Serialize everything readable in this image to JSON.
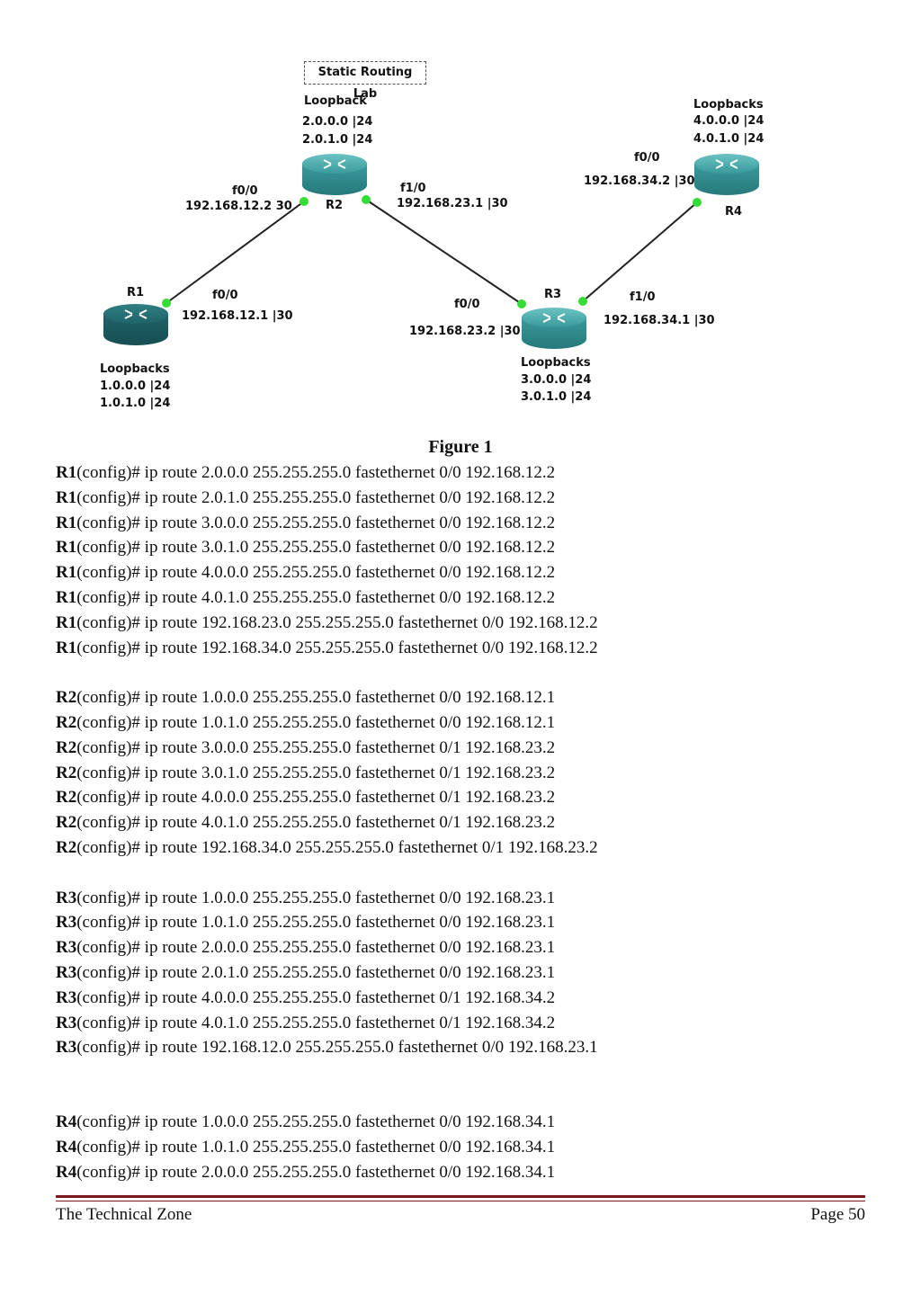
{
  "diagram": {
    "title": "Static Routing Lab",
    "routers": {
      "r1": {
        "name": "R1",
        "loop_title": "Loopbacks",
        "loop1": "1.0.0.0 |24",
        "loop2": "1.0.1.0 |24"
      },
      "r2": {
        "name": "R2",
        "loop_title": "Loopback",
        "loop1": "2.0.0.0 |24",
        "loop2": "2.0.1.0 |24"
      },
      "r3": {
        "name": "R3",
        "loop_title": "Loopbacks",
        "loop1": "3.0.0.0 |24",
        "loop2": "3.0.1.0 |24"
      },
      "r4": {
        "name": "R4",
        "loop_title": "Loopbacks",
        "loop1": "4.0.0.0 |24",
        "loop2": "4.0.1.0 |24"
      }
    },
    "interfaces": {
      "r1_f00": {
        "name": "f0/0",
        "ip": "192.168.12.1 |30"
      },
      "r2_f00": {
        "name": "f0/0",
        "ip": "192.168.12.2 30"
      },
      "r2_f10": {
        "name": "f1/0",
        "ip": "192.168.23.1 |30"
      },
      "r3_f00": {
        "name": "f0/0",
        "ip": "192.168.23.2 |30"
      },
      "r3_f10": {
        "name": "f1/0",
        "ip": "192.168.34.1 |30"
      },
      "r4_f00": {
        "name": "f0/0",
        "ip": "192.168.34.2 |30"
      }
    },
    "colors": {
      "router_teal": "#3a9a9a",
      "router_dark": "#1f6468",
      "link_dot": "#33dd33"
    }
  },
  "caption": "Figure 1",
  "commands": {
    "r1": [
      {
        "host": "R1",
        "text": "(config)# ip route 2.0.0.0 255.255.255.0 fastethernet 0/0 192.168.12.2"
      },
      {
        "host": "R1",
        "text": "(config)# ip route 2.0.1.0 255.255.255.0 fastethernet 0/0 192.168.12.2"
      },
      {
        "host": "R1",
        "text": "(config)# ip route 3.0.0.0 255.255.255.0 fastethernet 0/0 192.168.12.2"
      },
      {
        "host": "R1",
        "text": "(config)# ip route 3.0.1.0 255.255.255.0 fastethernet 0/0 192.168.12.2"
      },
      {
        "host": "R1",
        "text": "(config)# ip route 4.0.0.0 255.255.255.0 fastethernet 0/0 192.168.12.2"
      },
      {
        "host": "R1",
        "text": "(config)# ip route 4.0.1.0 255.255.255.0 fastethernet 0/0 192.168.12.2"
      },
      {
        "host": "R1",
        "text": "(config)# ip route 192.168.23.0 255.255.255.0 fastethernet 0/0 192.168.12.2"
      },
      {
        "host": "R1",
        "text": "(config)# ip route 192.168.34.0 255.255.255.0 fastethernet 0/0 192.168.12.2"
      }
    ],
    "r2": [
      {
        "host": "R2",
        "text": "(config)# ip route 1.0.0.0 255.255.255.0 fastethernet 0/0 192.168.12.1"
      },
      {
        "host": "R2",
        "text": "(config)# ip route 1.0.1.0 255.255.255.0 fastethernet 0/0 192.168.12.1"
      },
      {
        "host": "R2",
        "text": "(config)# ip route 3.0.0.0 255.255.255.0 fastethernet 0/1 192.168.23.2"
      },
      {
        "host": "R2",
        "text": "(config)# ip route 3.0.1.0 255.255.255.0 fastethernet 0/1 192.168.23.2"
      },
      {
        "host": "R2",
        "text": "(config)# ip route 4.0.0.0 255.255.255.0 fastethernet 0/1 192.168.23.2"
      },
      {
        "host": "R2",
        "text": "(config)# ip route 4.0.1.0 255.255.255.0 fastethernet 0/1 192.168.23.2"
      },
      {
        "host": "R2",
        "text": "(config)# ip route 192.168.34.0 255.255.255.0 fastethernet 0/1 192.168.23.2"
      }
    ],
    "r3": [
      {
        "host": "R3",
        "text": "(config)# ip route 1.0.0.0 255.255.255.0 fastethernet 0/0 192.168.23.1"
      },
      {
        "host": "R3",
        "text": "(config)# ip route 1.0.1.0 255.255.255.0 fastethernet 0/0 192.168.23.1"
      },
      {
        "host": "R3",
        "text": "(config)# ip route 2.0.0.0 255.255.255.0 fastethernet 0/0 192.168.23.1"
      },
      {
        "host": "R3",
        "text": "(config)# ip route 2.0.1.0 255.255.255.0 fastethernet 0/0 192.168.23.1"
      },
      {
        "host": "R3",
        "text": "(config)# ip route 4.0.0.0 255.255.255.0 fastethernet 0/1 192.168.34.2"
      },
      {
        "host": "R3",
        "text": "(config)# ip route 4.0.1.0 255.255.255.0 fastethernet 0/1 192.168.34.2"
      },
      {
        "host": "R3",
        "text": "(config)# ip route 192.168.12.0 255.255.255.0 fastethernet 0/0 192.168.23.1"
      }
    ],
    "r4": [
      {
        "host": "R4",
        "text": "(config)# ip route 1.0.0.0 255.255.255.0 fastethernet 0/0 192.168.34.1"
      },
      {
        "host": "R4",
        "text": "(config)# ip route 1.0.1.0 255.255.255.0 fastethernet 0/0 192.168.34.1"
      },
      {
        "host": "R4",
        "text": "(config)# ip route 2.0.0.0 255.255.255.0 fastethernet 0/0 192.168.34.1"
      }
    ]
  },
  "footer": {
    "left": "The Technical Zone",
    "right": "Page 50"
  }
}
